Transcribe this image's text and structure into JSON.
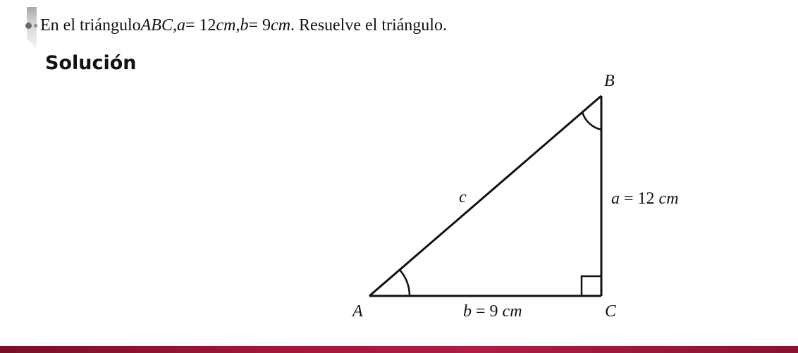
{
  "problem": {
    "intro": "En el triángulo ",
    "triangle": "ABC",
    "comma1": ", ",
    "a_var": "a",
    "a_eq": " = 12 ",
    "a_unit": "cm",
    "comma2": ", ",
    "b_var": "b",
    "b_eq": " = 9 ",
    "b_unit": "cm",
    "outro": ". Resuelve el triángulo."
  },
  "heading": "Solución",
  "figure": {
    "vertex_a": "A",
    "vertex_b": "B",
    "vertex_c": "C",
    "side_c_label": "c",
    "side_a_label": "a = 12 cm",
    "side_b_label": "b = 9 cm"
  },
  "colors": {
    "accent_bar": "#a5163a",
    "line": "#111111"
  }
}
